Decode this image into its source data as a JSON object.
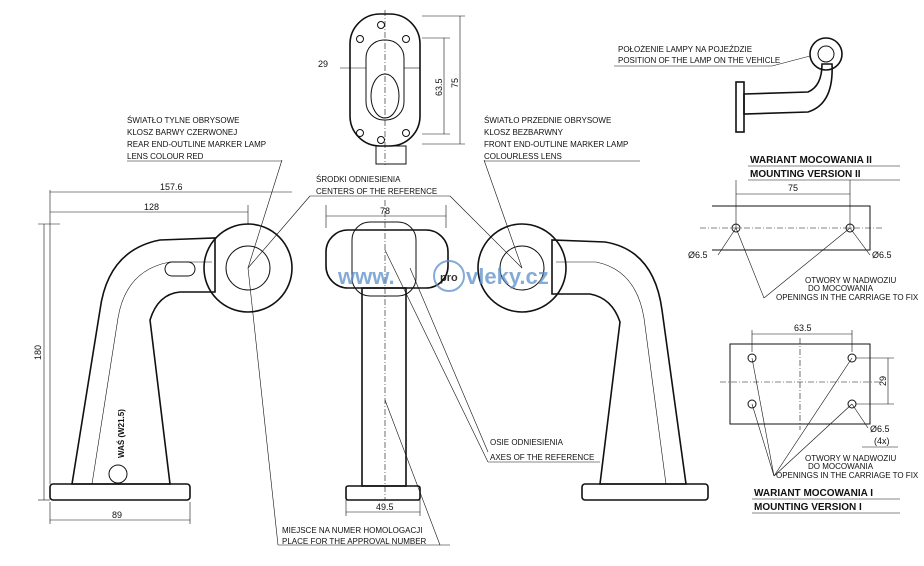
{
  "dimensions": {
    "top_width": "29",
    "top_height_inner": "63.5",
    "top_height_outer": "75",
    "side_width_1": "157.6",
    "side_width_2": "128",
    "side_height": "180",
    "side_base": "89",
    "front_width": "78",
    "front_base": "49.5",
    "v2_spacing": "75",
    "v2_hole_left": "Ø6.5",
    "v2_hole_right": "Ø6.5",
    "v1_spacing": "63.5",
    "v1_height": "29",
    "v1_hole": "Ø6.5",
    "v1_hole_count": "(4x)"
  },
  "labels": {
    "position_pl": "POŁOŻENIE LAMPY NA POJEŹDZIE",
    "position_en": "POSITION OF THE LAMP ON THE VEHICLE",
    "rear_pl_1": "ŚWIATŁO TYLNE OBRYSOWE",
    "rear_pl_2": "KLOSZ BARWY CZERWONEJ",
    "rear_en_1": "REAR END-OUTLINE MARKER LAMP",
    "rear_en_2": "LENS COLOUR RED",
    "front_pl_1": "ŚWIATŁO PRZEDNIE OBRYSOWE",
    "front_pl_2": "KLOSZ BEZBARWNY",
    "front_en_1": "FRONT END-OUTLINE MARKER LAMP",
    "front_en_2": "COLOURLESS LENS",
    "centers_pl": "ŚRODKI ODNIESIENIA",
    "centers_en": "CENTERS OF THE REFERENCE",
    "axes_pl": "OSIE ODNIESIENIA",
    "axes_en": "AXES OF THE REFERENCE",
    "approval_pl": "MIEJSCE NA NUMER HOMOLOGACJI",
    "approval_en": "PLACE FOR THE APPROVAL NUMBER",
    "v2_title_pl": "WARIANT MOCOWANIA II",
    "v2_title_en": "MOUNTING VERSION II",
    "v1_title_pl": "WARIANT MOCOWANIA I",
    "v1_title_en": "MOUNTING VERSION I",
    "holes_pl_1": "OTWORY W NADWOZIU",
    "holes_pl_2": "DO MOCOWANIA",
    "holes_en": "OPENINGS IN THE CARRIAGE TO FIX",
    "stamp": "WAŚ (W21.5)"
  },
  "watermark": {
    "left": "www.",
    "badge": "pro",
    "right": "vleky.cz",
    "color": "#5b8fc9"
  }
}
